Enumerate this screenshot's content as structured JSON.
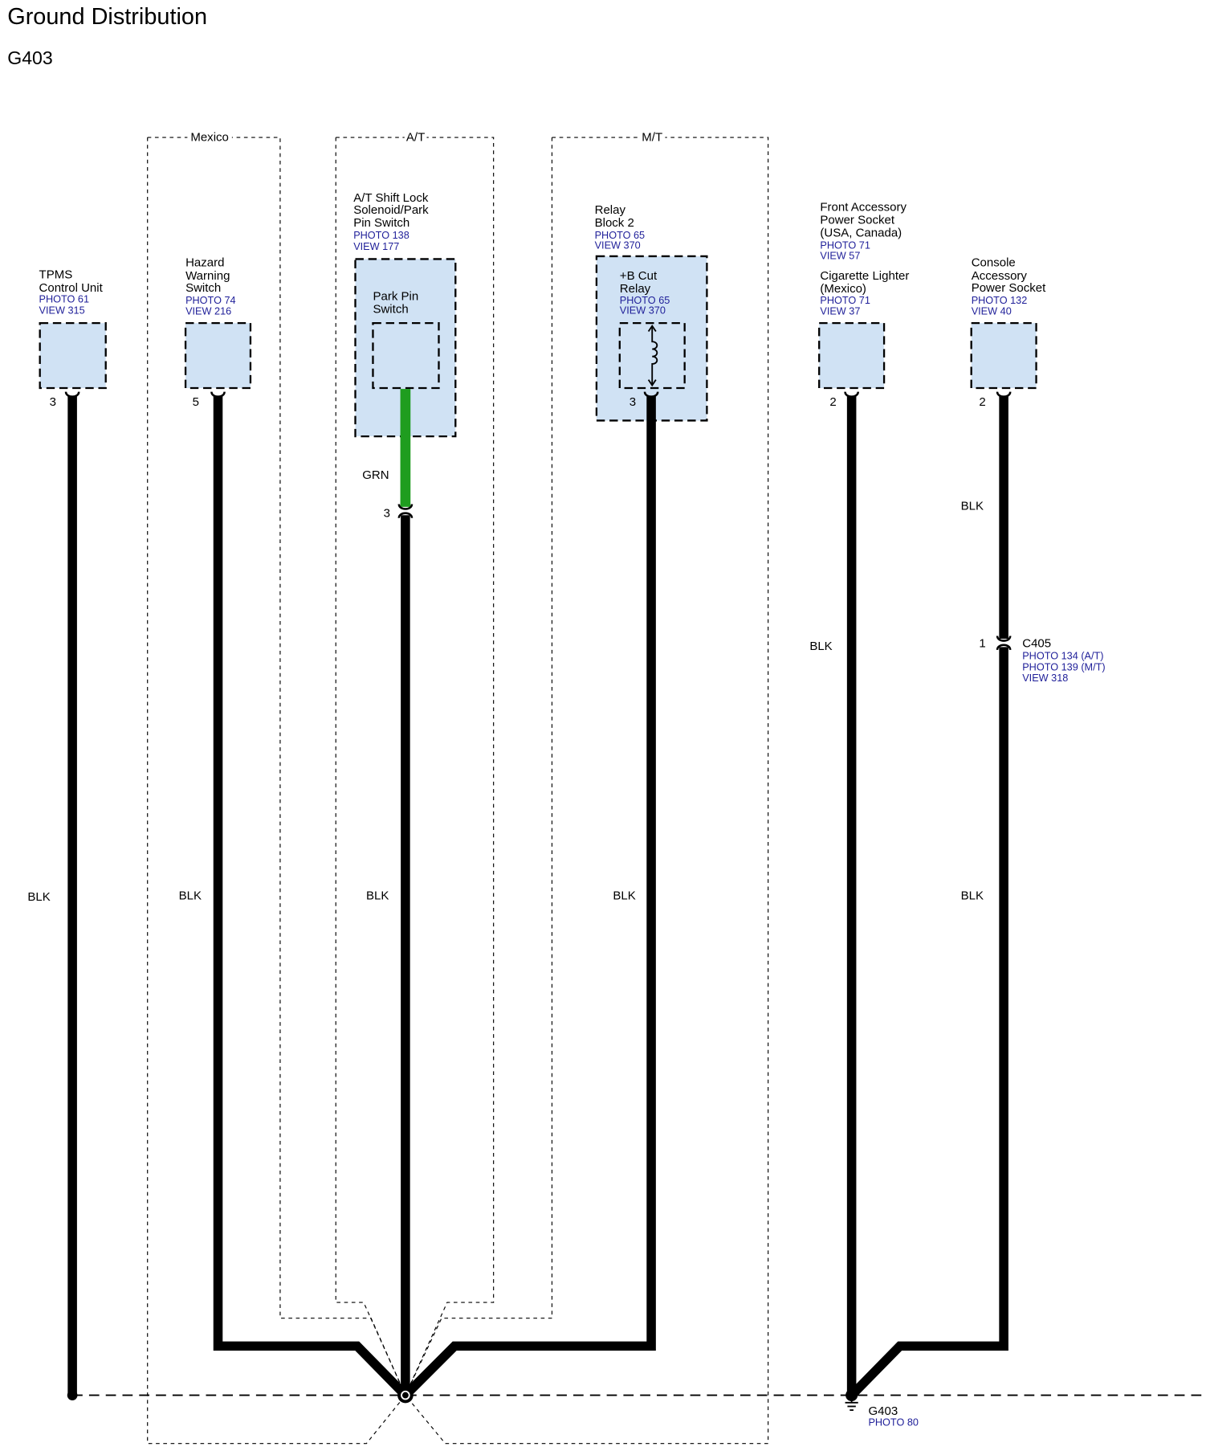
{
  "title": "Ground Distribution",
  "subtitle": "G403",
  "option_groups": {
    "mexico": "Mexico",
    "at": "A/T",
    "mt": "M/T"
  },
  "components": {
    "tpms": {
      "lines": [
        "TPMS",
        "Control Unit"
      ],
      "photo": "PHOTO 61",
      "view": "VIEW 315",
      "pin": "3",
      "wire": "BLK"
    },
    "hazard": {
      "lines": [
        "Hazard",
        "Warning",
        "Switch"
      ],
      "photo": "PHOTO 74",
      "view": "VIEW 216",
      "pin": "5",
      "wire": "BLK"
    },
    "shift_lock": {
      "lines": [
        "A/T Shift Lock",
        "Solenoid/Park",
        "Pin Switch"
      ],
      "photo": "PHOTO 138",
      "view": "VIEW 177",
      "inner": {
        "lines": [
          "Park Pin",
          "Switch"
        ]
      },
      "wire_upper": "GRN",
      "inline_pin": "3",
      "wire_lower": "BLK"
    },
    "relay_block": {
      "lines": [
        "Relay",
        "Block 2"
      ],
      "photo": "PHOTO 65",
      "view": "VIEW 370",
      "inner": {
        "lines": [
          "+B Cut",
          "Relay"
        ],
        "photo": "PHOTO 65",
        "view": "VIEW 370"
      },
      "pin": "3",
      "wire": "BLK"
    },
    "front_socket": {
      "lines": [
        "Front Accessory",
        "Power Socket",
        "(USA, Canada)"
      ],
      "photo": "PHOTO 71",
      "view": "VIEW 57",
      "alt": {
        "lines": [
          "Cigarette Lighter",
          "(Mexico)"
        ],
        "photo": "PHOTO 71",
        "view": "VIEW 37"
      },
      "pin": "2",
      "wire": "BLK"
    },
    "console_socket": {
      "lines": [
        "Console",
        "Accessory",
        "Power Socket"
      ],
      "photo": "PHOTO 132",
      "view": "VIEW 40",
      "pin": "2",
      "wire_upper": "BLK",
      "wire_lower": "BLK"
    }
  },
  "connectors": {
    "c405": {
      "name": "C405",
      "pin": "1",
      "refs": [
        "PHOTO 134 (A/T)",
        "PHOTO 139 (M/T)",
        "VIEW 318"
      ]
    }
  },
  "ground": {
    "name": "G403",
    "photo": "PHOTO 80"
  },
  "symbols": {
    "relay": "relay-coil-icon",
    "ground": "ground-icon",
    "splice": "splice-node-icon",
    "terminal": "terminal-icon"
  },
  "colors": {
    "wire_black": "#000000",
    "wire_green": "#1f9d1f",
    "component_fill": "#d0e2f4",
    "reference_text": "#1f1f99"
  }
}
